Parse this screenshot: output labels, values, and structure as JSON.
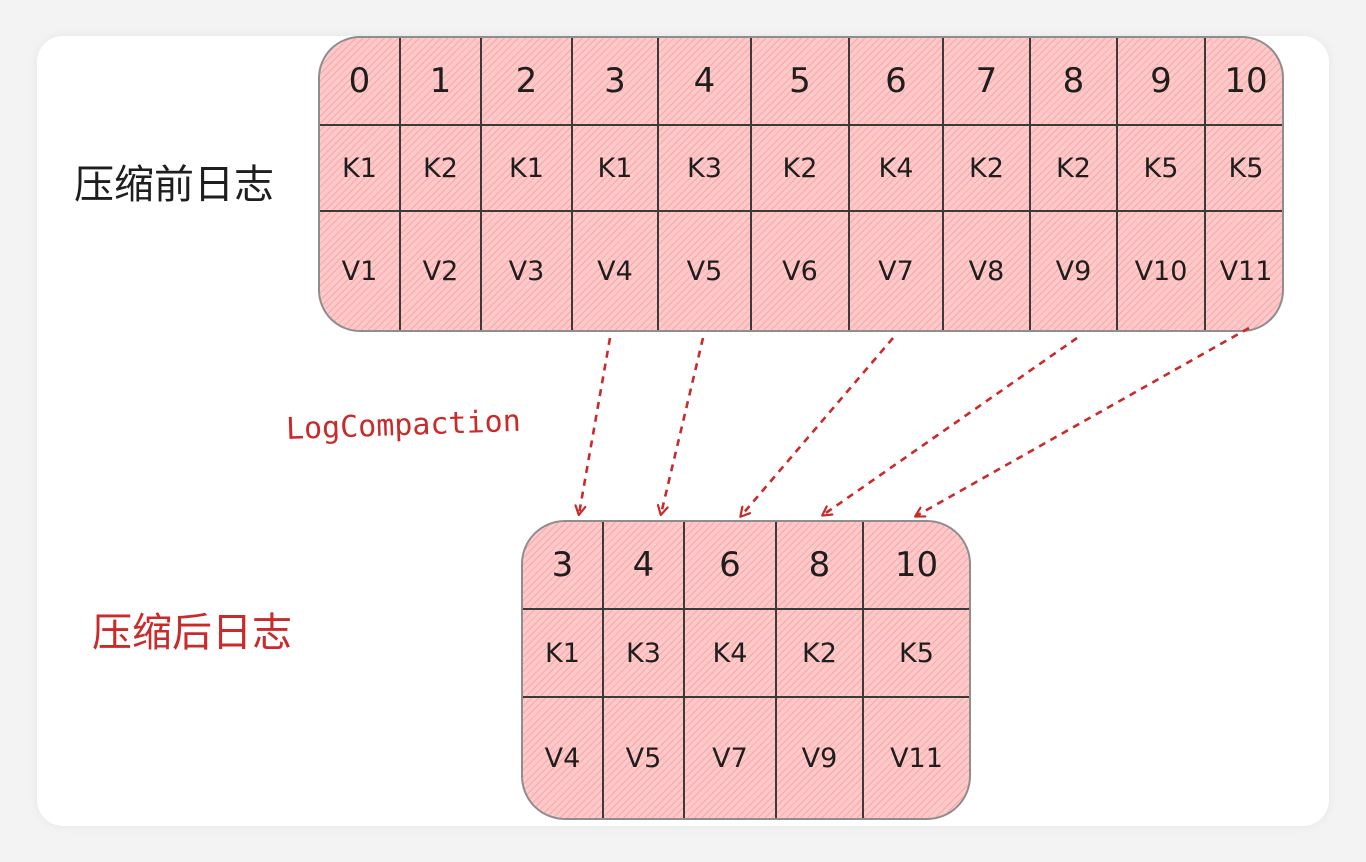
{
  "labels": {
    "before": "压缩前日志",
    "after": "压缩后日志",
    "compaction": "LogCompaction"
  },
  "before_log": {
    "offsets": [
      "0",
      "1",
      "2",
      "3",
      "4",
      "5",
      "6",
      "7",
      "8",
      "9",
      "10"
    ],
    "keys": [
      "K1",
      "K2",
      "K1",
      "K1",
      "K3",
      "K2",
      "K4",
      "K2",
      "K2",
      "K5",
      "K5"
    ],
    "values": [
      "V1",
      "V2",
      "V3",
      "V4",
      "V5",
      "V6",
      "V7",
      "V8",
      "V9",
      "V10",
      "V11"
    ]
  },
  "after_log": {
    "offsets": [
      "3",
      "4",
      "6",
      "8",
      "10"
    ],
    "keys": [
      "K1",
      "K3",
      "K4",
      "K2",
      "K5"
    ],
    "values": [
      "V4",
      "V5",
      "V7",
      "V9",
      "V11"
    ]
  },
  "colors": {
    "cell_fill": "#ffc9c9",
    "hatch": "#e03131",
    "arrow": "#c92a2a",
    "label_accent": "#c92a2a",
    "text": "#1e1e1e"
  }
}
